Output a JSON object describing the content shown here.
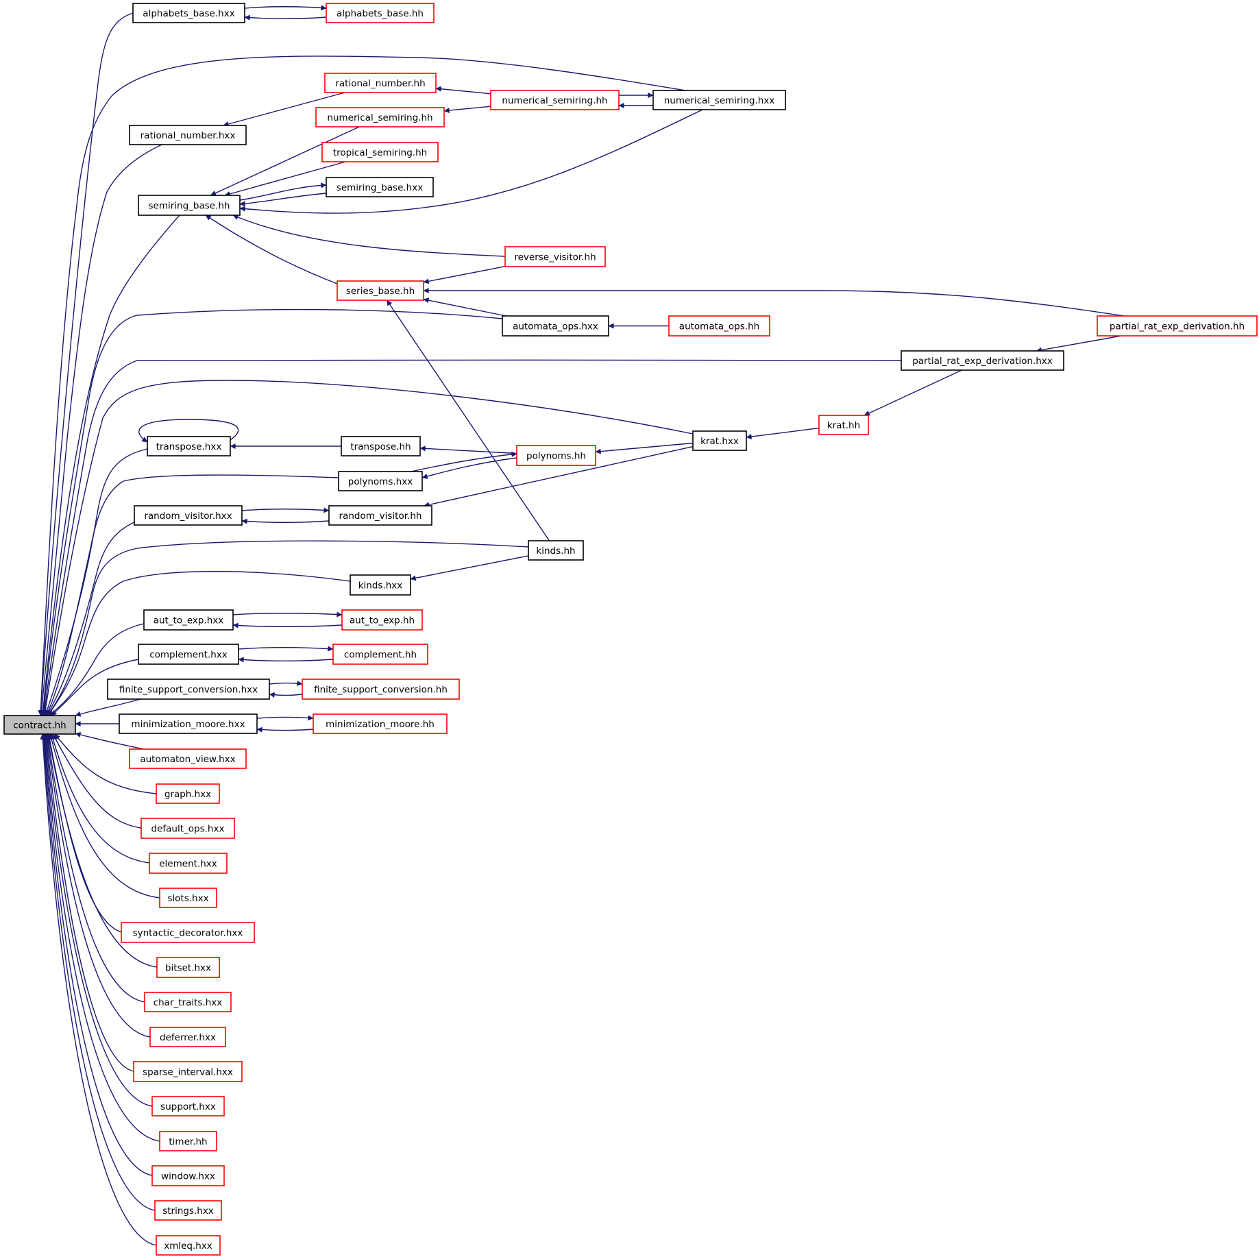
{
  "colors": {
    "edge": "#191970",
    "border_documented": "#000000",
    "border_undocumented": "#ff0000",
    "root_fill": "#bfbfbf",
    "node_fill": "#ffffff",
    "text": "#000000",
    "background": "#ffffff"
  },
  "nodes": [
    {
      "id": "contract_hh",
      "label": "contract.hh",
      "style": "root"
    },
    {
      "id": "alphabets_base_hxx",
      "label": "alphabets_base.hxx",
      "style": "black"
    },
    {
      "id": "alphabets_base_hh",
      "label": "alphabets_base.hh",
      "style": "red"
    },
    {
      "id": "rational_number_hh",
      "label": "rational_number.hh",
      "style": "red"
    },
    {
      "id": "numerical_semiring_hh_r",
      "label": "numerical_semiring.hh",
      "style": "red"
    },
    {
      "id": "numerical_semiring_hxx",
      "label": "numerical_semiring.hxx",
      "style": "black"
    },
    {
      "id": "numerical_semiring_hh_l",
      "label": "numerical_semiring.hh",
      "style": "red"
    },
    {
      "id": "rational_number_hxx",
      "label": "rational_number.hxx",
      "style": "black"
    },
    {
      "id": "tropical_semiring_hh",
      "label": "tropical_semiring.hh",
      "style": "red"
    },
    {
      "id": "semiring_base_hxx",
      "label": "semiring_base.hxx",
      "style": "black"
    },
    {
      "id": "semiring_base_hh",
      "label": "semiring_base.hh",
      "style": "black"
    },
    {
      "id": "reverse_visitor_hh",
      "label": "reverse_visitor.hh",
      "style": "red"
    },
    {
      "id": "series_base_hh",
      "label": "series_base.hh",
      "style": "red"
    },
    {
      "id": "automata_ops_hxx",
      "label": "automata_ops.hxx",
      "style": "black"
    },
    {
      "id": "automata_ops_hh",
      "label": "automata_ops.hh",
      "style": "red"
    },
    {
      "id": "partial_rat_exp_derivation_hh",
      "label": "partial_rat_exp_derivation.hh",
      "style": "red"
    },
    {
      "id": "partial_rat_exp_derivation_hxx",
      "label": "partial_rat_exp_derivation.hxx",
      "style": "black"
    },
    {
      "id": "krat_hh",
      "label": "krat.hh",
      "style": "red"
    },
    {
      "id": "krat_hxx",
      "label": "krat.hxx",
      "style": "black"
    },
    {
      "id": "transpose_hxx",
      "label": "transpose.hxx",
      "style": "black"
    },
    {
      "id": "transpose_hh",
      "label": "transpose.hh",
      "style": "black"
    },
    {
      "id": "polynoms_hh",
      "label": "polynoms.hh",
      "style": "red"
    },
    {
      "id": "polynoms_hxx",
      "label": "polynoms.hxx",
      "style": "black"
    },
    {
      "id": "random_visitor_hxx",
      "label": "random_visitor.hxx",
      "style": "black"
    },
    {
      "id": "random_visitor_hh",
      "label": "random_visitor.hh",
      "style": "black"
    },
    {
      "id": "kinds_hh",
      "label": "kinds.hh",
      "style": "black"
    },
    {
      "id": "kinds_hxx",
      "label": "kinds.hxx",
      "style": "black"
    },
    {
      "id": "aut_to_exp_hxx",
      "label": "aut_to_exp.hxx",
      "style": "black"
    },
    {
      "id": "aut_to_exp_hh",
      "label": "aut_to_exp.hh",
      "style": "red"
    },
    {
      "id": "complement_hxx",
      "label": "complement.hxx",
      "style": "black"
    },
    {
      "id": "complement_hh",
      "label": "complement.hh",
      "style": "red"
    },
    {
      "id": "finite_support_conversion_hxx",
      "label": "finite_support_conversion.hxx",
      "style": "black"
    },
    {
      "id": "finite_support_conversion_hh",
      "label": "finite_support_conversion.hh",
      "style": "red"
    },
    {
      "id": "minimization_moore_hxx",
      "label": "minimization_moore.hxx",
      "style": "black"
    },
    {
      "id": "minimization_moore_hh",
      "label": "minimization_moore.hh",
      "style": "red"
    },
    {
      "id": "automaton_view_hxx",
      "label": "automaton_view.hxx",
      "style": "red"
    },
    {
      "id": "graph_hxx",
      "label": "graph.hxx",
      "style": "red"
    },
    {
      "id": "default_ops_hxx",
      "label": "default_ops.hxx",
      "style": "red"
    },
    {
      "id": "element_hxx",
      "label": "element.hxx",
      "style": "red"
    },
    {
      "id": "slots_hxx",
      "label": "slots.hxx",
      "style": "red"
    },
    {
      "id": "syntactic_decorator_hxx",
      "label": "syntactic_decorator.hxx",
      "style": "red"
    },
    {
      "id": "bitset_hxx",
      "label": "bitset.hxx",
      "style": "red"
    },
    {
      "id": "char_traits_hxx",
      "label": "char_traits.hxx",
      "style": "red"
    },
    {
      "id": "deferrer_hxx",
      "label": "deferrer.hxx",
      "style": "red"
    },
    {
      "id": "sparse_interval_hxx",
      "label": "sparse_interval.hxx",
      "style": "red"
    },
    {
      "id": "support_hxx",
      "label": "support.hxx",
      "style": "red"
    },
    {
      "id": "timer_hh",
      "label": "timer.hh",
      "style": "red"
    },
    {
      "id": "window_hxx",
      "label": "window.hxx",
      "style": "red"
    },
    {
      "id": "strings_hxx",
      "label": "strings.hxx",
      "style": "red"
    },
    {
      "id": "xmleq_hxx",
      "label": "xmleq.hxx",
      "style": "red"
    }
  ],
  "edges": [
    {
      "from": "alphabets_base_hxx",
      "to": "contract_hh"
    },
    {
      "from": "numerical_semiring_hxx",
      "to": "contract_hh"
    },
    {
      "from": "rational_number_hxx",
      "to": "contract_hh"
    },
    {
      "from": "semiring_base_hh",
      "to": "contract_hh"
    },
    {
      "from": "automata_ops_hxx",
      "to": "contract_hh"
    },
    {
      "from": "partial_rat_exp_derivation_hxx",
      "to": "contract_hh"
    },
    {
      "from": "krat_hxx",
      "to": "contract_hh"
    },
    {
      "from": "transpose_hxx",
      "to": "contract_hh"
    },
    {
      "from": "polynoms_hxx",
      "to": "contract_hh"
    },
    {
      "from": "random_visitor_hxx",
      "to": "contract_hh"
    },
    {
      "from": "kinds_hh",
      "to": "contract_hh"
    },
    {
      "from": "kinds_hxx",
      "to": "contract_hh"
    },
    {
      "from": "aut_to_exp_hxx",
      "to": "contract_hh"
    },
    {
      "from": "complement_hxx",
      "to": "contract_hh"
    },
    {
      "from": "finite_support_conversion_hxx",
      "to": "contract_hh"
    },
    {
      "from": "minimization_moore_hxx",
      "to": "contract_hh"
    },
    {
      "from": "automaton_view_hxx",
      "to": "contract_hh"
    },
    {
      "from": "graph_hxx",
      "to": "contract_hh"
    },
    {
      "from": "default_ops_hxx",
      "to": "contract_hh"
    },
    {
      "from": "element_hxx",
      "to": "contract_hh"
    },
    {
      "from": "slots_hxx",
      "to": "contract_hh"
    },
    {
      "from": "syntactic_decorator_hxx",
      "to": "contract_hh"
    },
    {
      "from": "bitset_hxx",
      "to": "contract_hh"
    },
    {
      "from": "char_traits_hxx",
      "to": "contract_hh"
    },
    {
      "from": "deferrer_hxx",
      "to": "contract_hh"
    },
    {
      "from": "sparse_interval_hxx",
      "to": "contract_hh"
    },
    {
      "from": "support_hxx",
      "to": "contract_hh"
    },
    {
      "from": "timer_hh",
      "to": "contract_hh"
    },
    {
      "from": "window_hxx",
      "to": "contract_hh"
    },
    {
      "from": "strings_hxx",
      "to": "contract_hh"
    },
    {
      "from": "xmleq_hxx",
      "to": "contract_hh"
    },
    {
      "from": "alphabets_base_hxx",
      "to": "alphabets_base_hh"
    },
    {
      "from": "alphabets_base_hh",
      "to": "alphabets_base_hxx"
    },
    {
      "from": "rational_number_hh",
      "to": "rational_number_hxx"
    },
    {
      "from": "numerical_semiring_hh_r",
      "to": "rational_number_hh"
    },
    {
      "from": "numerical_semiring_hh_r",
      "to": "numerical_semiring_hh_l"
    },
    {
      "from": "numerical_semiring_hh_r",
      "to": "numerical_semiring_hxx"
    },
    {
      "from": "numerical_semiring_hxx",
      "to": "numerical_semiring_hh_r"
    },
    {
      "from": "numerical_semiring_hh_l",
      "to": "semiring_base_hh"
    },
    {
      "from": "tropical_semiring_hh",
      "to": "semiring_base_hh"
    },
    {
      "from": "semiring_base_hh",
      "to": "semiring_base_hxx"
    },
    {
      "from": "semiring_base_hxx",
      "to": "semiring_base_hh"
    },
    {
      "from": "numerical_semiring_hxx",
      "to": "semiring_base_hh"
    },
    {
      "from": "reverse_visitor_hh",
      "to": "semiring_base_hh"
    },
    {
      "from": "series_base_hh",
      "to": "semiring_base_hh"
    },
    {
      "from": "reverse_visitor_hh",
      "to": "series_base_hh"
    },
    {
      "from": "partial_rat_exp_derivation_hh",
      "to": "series_base_hh"
    },
    {
      "from": "automata_ops_hxx",
      "to": "series_base_hh"
    },
    {
      "from": "kinds_hh",
      "to": "series_base_hh"
    },
    {
      "from": "automata_ops_hh",
      "to": "automata_ops_hxx"
    },
    {
      "from": "partial_rat_exp_derivation_hh",
      "to": "partial_rat_exp_derivation_hxx"
    },
    {
      "from": "partial_rat_exp_derivation_hxx",
      "to": "krat_hh"
    },
    {
      "from": "krat_hh",
      "to": "krat_hxx"
    },
    {
      "from": "krat_hxx",
      "to": "polynoms_hh"
    },
    {
      "from": "krat_hxx",
      "to": "random_visitor_hh"
    },
    {
      "from": "transpose_hxx",
      "to": "transpose_hxx"
    },
    {
      "from": "transpose_hh",
      "to": "transpose_hxx"
    },
    {
      "from": "polynoms_hh",
      "to": "transpose_hh"
    },
    {
      "from": "polynoms_hh",
      "to": "polynoms_hxx"
    },
    {
      "from": "polynoms_hxx",
      "to": "polynoms_hh"
    },
    {
      "from": "random_visitor_hxx",
      "to": "random_visitor_hh"
    },
    {
      "from": "random_visitor_hh",
      "to": "random_visitor_hxx"
    },
    {
      "from": "kinds_hh",
      "to": "kinds_hxx"
    },
    {
      "from": "aut_to_exp_hxx",
      "to": "aut_to_exp_hh"
    },
    {
      "from": "aut_to_exp_hh",
      "to": "aut_to_exp_hxx"
    },
    {
      "from": "complement_hxx",
      "to": "complement_hh"
    },
    {
      "from": "complement_hh",
      "to": "complement_hxx"
    },
    {
      "from": "finite_support_conversion_hxx",
      "to": "finite_support_conversion_hh"
    },
    {
      "from": "finite_support_conversion_hh",
      "to": "finite_support_conversion_hxx"
    },
    {
      "from": "minimization_moore_hxx",
      "to": "minimization_moore_hh"
    },
    {
      "from": "minimization_moore_hh",
      "to": "minimization_moore_hxx"
    }
  ]
}
